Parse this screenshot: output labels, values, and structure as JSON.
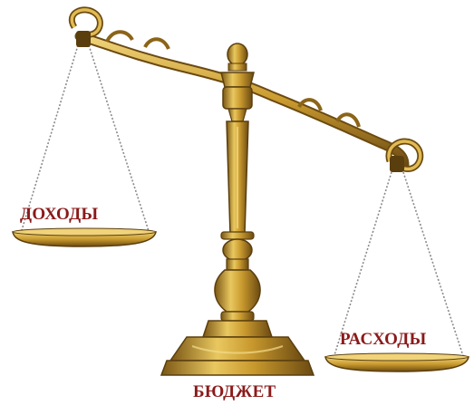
{
  "labels": {
    "income": "ДОХОДЫ",
    "expense": "РАСХОДЫ",
    "budget": "БЮДЖЕТ"
  },
  "colors": {
    "gold_light": "#E9C860",
    "gold_mid": "#C99A2E",
    "gold_dark": "#6B4A12",
    "label_red": "#8B1A1A",
    "chain": "#8A8A8A"
  },
  "icons": {
    "scale": "balance-scale-icon"
  }
}
